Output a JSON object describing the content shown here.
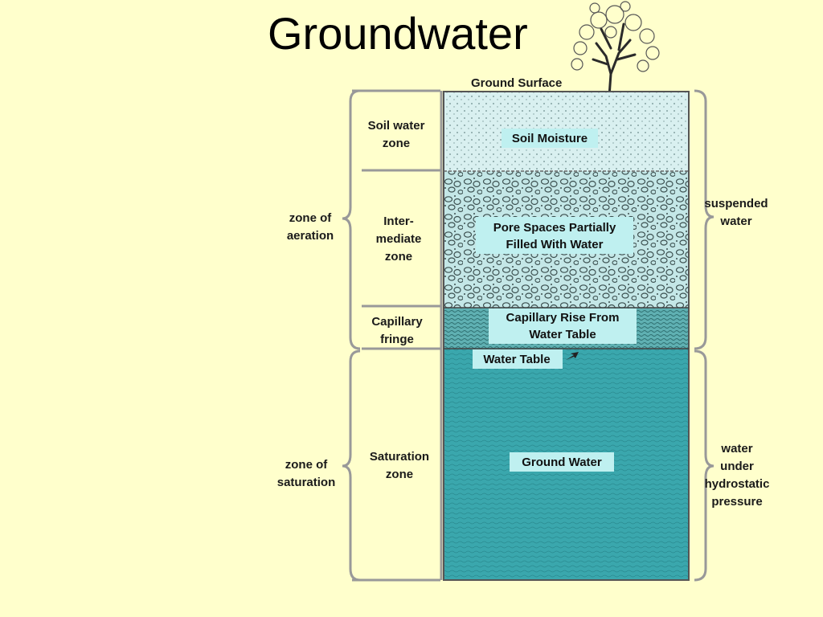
{
  "title": "Groundwater",
  "ground_surface": "Ground Surface",
  "water_table": "Water Table",
  "zones_inner": [
    {
      "lines": [
        "Soil water",
        "zone"
      ]
    },
    {
      "lines": [
        "Inter-",
        "mediate",
        "zone"
      ]
    },
    {
      "lines": [
        "Capillary",
        "fringe"
      ]
    },
    {
      "lines": [
        "Saturation",
        "zone"
      ]
    }
  ],
  "zones_outer": {
    "aeration": [
      "zone of",
      "aeration"
    ],
    "saturation": [
      "zone of",
      "saturation"
    ]
  },
  "zones_right": {
    "suspended": [
      "suspended",
      "water"
    ],
    "hydrostatic": [
      "water",
      "under",
      "hydrostatic",
      "pressure"
    ]
  },
  "layers": [
    {
      "lines": [
        "Soil Moisture"
      ]
    },
    {
      "lines": [
        "Pore Spaces Partially",
        "Filled With Water"
      ]
    },
    {
      "lines": [
        "Capillary Rise From",
        "Water Table"
      ]
    },
    {
      "lines": [
        "Ground Water"
      ]
    }
  ],
  "colors": {
    "background": "#ffffcc",
    "soil": "#d9f0f0",
    "intermediate": "#c4e7e7",
    "capillary": "#5fb0b2",
    "groundwater": "#3aa7ad",
    "label_box": "#bff0f0"
  }
}
